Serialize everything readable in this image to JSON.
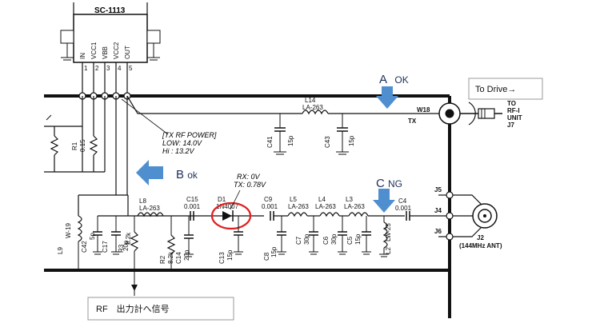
{
  "ic": {
    "part": "SC-1113",
    "pins": [
      "IN",
      "VCC1",
      "VBB",
      "VCC2",
      "OUT"
    ],
    "pin_numbers": [
      "1",
      "2",
      "3",
      "4",
      "5"
    ]
  },
  "annotations": {
    "a_letter": "A",
    "a_status": "OK",
    "b_letter": "B",
    "b_status": "ok",
    "c_letter": "C",
    "c_status": "NG",
    "to_drive": "To Drive→",
    "rf_signal": "RF　出力計へ信号"
  },
  "tx_power": {
    "line1": "[TX RF POWER]",
    "line2": "LOW: 14.0V",
    "line3": "Hi    : 13.2V"
  },
  "diode_note": {
    "line1": "RX: 0V",
    "line2": "TX: 0.78V"
  },
  "components": {
    "l14": "L14",
    "l14_val": "LA-263",
    "c41": "C41",
    "c41_val": "15p",
    "c43": "C43",
    "c43_val": "15p",
    "w18": "W18",
    "tx": "TX",
    "to_rf": "TO",
    "to_rf2": "RF-I",
    "to_rf3": "UNIT",
    "to_rf4": "J7",
    "r1": "R1",
    "r1_val": "0.15",
    "l8": "L8",
    "l8_val": "LA-263",
    "c15": "C15",
    "c15_val": "0.001",
    "d1": "D1",
    "d1_val": "1N4007",
    "c9": "C9",
    "c9_val": "0.001",
    "l5": "L5",
    "l5_val": "LA-263",
    "l4": "L4",
    "l4_val": "LA-263",
    "l3": "L3",
    "l3_val": "LA-263",
    "c4": "C4",
    "c4_val": "0.001",
    "j5": "J5",
    "j4": "J4",
    "j6": "J6",
    "j2": "J2",
    "ant": "(144MHz ANT)",
    "l9": "L9",
    "l9_val": "W-19",
    "c42": "C42",
    "c42_val": "5p",
    "c17": "C17",
    "c17_val": "20p",
    "r3": "R3",
    "r3_val": "8.2k",
    "r2": "R2",
    "r2_val": "8.2k",
    "c14": "C14",
    "c14_val": "20p",
    "c13": "C13",
    "c13_val": "15p",
    "c8": "C8",
    "c8_val": "15p",
    "c7": "C7",
    "c7_val": "30p",
    "c6": "C6",
    "c6_val": "30p",
    "c5": "C5",
    "c5_val": "15p",
    "l2": "L2",
    "l2_val": "LW-25"
  },
  "colors": {
    "arrow_fill": "#4f8fd0",
    "highlight": "#e02020",
    "ink": "#111111"
  }
}
